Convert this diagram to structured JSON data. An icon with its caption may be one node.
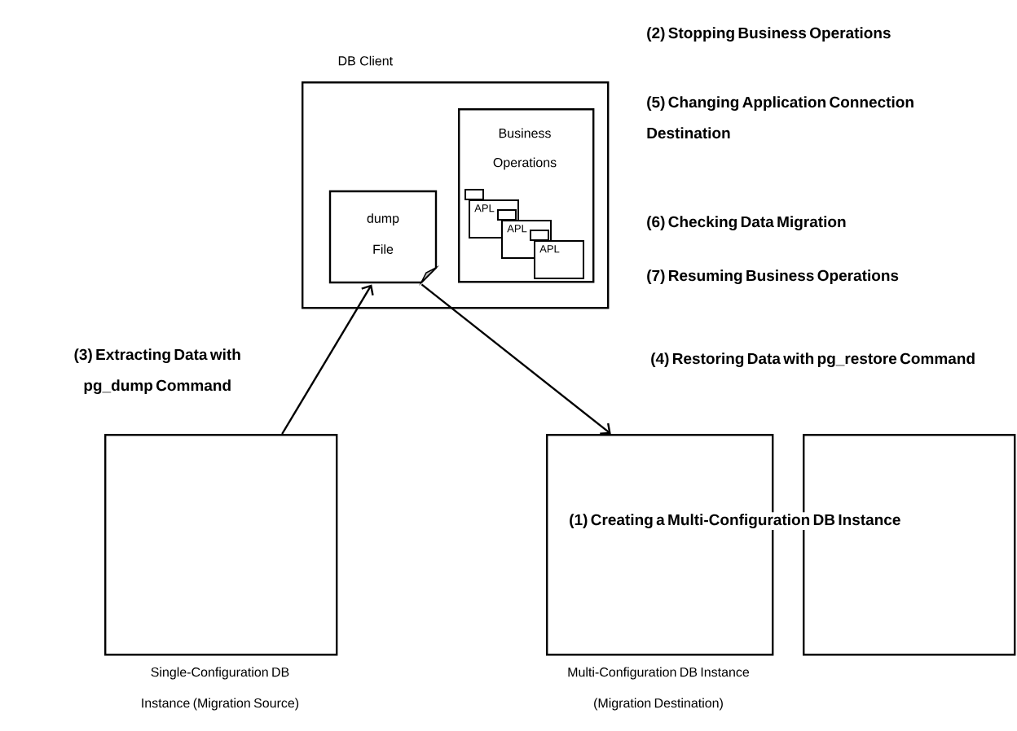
{
  "diagram": {
    "nodes": [
      {
        "text": [
          "DB Client"
        ]
      },
      {
        "text": [
          "Business Operations"
        ],
        "in": 0
      },
      {
        "text": [
          "APL"
        ],
        "in": 1
      },
      {
        "text": [
          "APL"
        ],
        "in": 1
      },
      {
        "text": [
          "APL"
        ],
        "in": 1
      },
      {
        "text": [
          "dump File"
        ],
        "in": 0
      },
      {
        "text": [],
        "shape": "box",
        "beside": [
          "Single-Configuration DB Instance (Migration Source)"
        ]
      },
      {
        "text": [],
        "shape": "box",
        "beside": [
          "Multi-Configuration DB Instance (Migration Destination)"
        ]
      },
      {
        "text": [],
        "shape": "box"
      }
    ],
    "edges": [
      {
        "from": 6,
        "to": 5,
        "arrow": "to",
        "label": "(3) Extracting Data with pg_dump Command"
      },
      {
        "from": 5,
        "to": 7,
        "arrow": "to",
        "label": "(4) Restoring Data with pg_restore Command"
      }
    ],
    "labels": [
      "(2) Stopping Business Operations",
      "(5) Changing Application Connection Destination",
      "(6) Checking Data Migration",
      "(7) Resuming Business Operations",
      "(1) Creating a Multi-Configuration DB Instance"
    ]
  }
}
